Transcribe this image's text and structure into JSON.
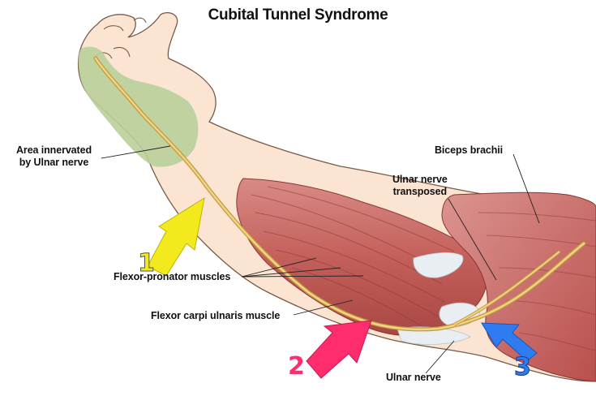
{
  "title": "Cubital Tunnel Syndrome",
  "labels": {
    "area_innervated": [
      "Area innervated",
      "by Ulnar nerve"
    ],
    "biceps": "Biceps brachii",
    "ulnar_transposed": [
      "Ulnar nerve",
      "transposed"
    ],
    "flexor_pronator": "Flexor-pronator muscles",
    "flexor_carpi": "Flexor carpi ulnaris muscle",
    "ulnar_nerve": "Ulnar nerve"
  },
  "markers": [
    {
      "number": "1",
      "color": "#f2ea1c"
    },
    {
      "number": "2",
      "color": "#ff2d6e"
    },
    {
      "number": "3",
      "color": "#2f7bf0"
    }
  ],
  "colors": {
    "skin": "#fbe5d2",
    "skin_outline": "#7a5a48",
    "innervated_area": "#b9cf9a",
    "muscle": "#c8625e",
    "muscle_dark": "#9a3b3a",
    "nerve": "#e8c56a",
    "tendon": "#e9eef2"
  }
}
